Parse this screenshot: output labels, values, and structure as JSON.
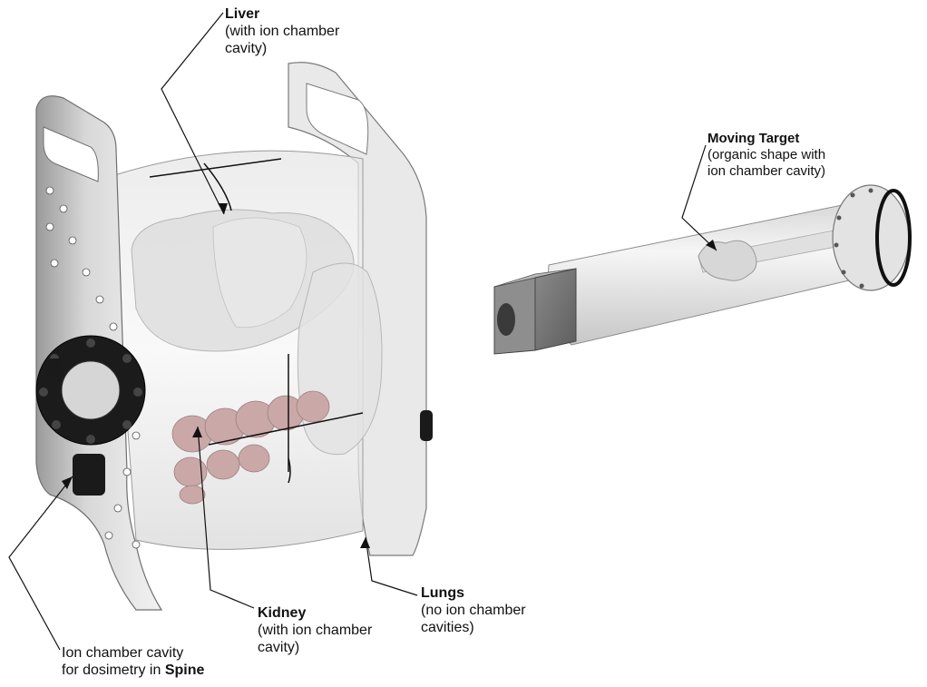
{
  "labels": {
    "liver": {
      "title": "Liver",
      "line1": "(with ion chamber",
      "line2": "cavity)"
    },
    "moving_target": {
      "title": "Moving Target",
      "line1": "(organic shape with",
      "line2": "ion chamber cavity)"
    },
    "lungs": {
      "title": "Lungs",
      "line1": "(no ion chamber",
      "line2": "cavities)"
    },
    "kidney": {
      "title": "Kidney",
      "line1": "(with ion chamber",
      "line2": "cavity)"
    },
    "spine": {
      "line1": "Ion chamber cavity",
      "line2_prefix": "for dosimetry in ",
      "line2_bold": "Spine"
    }
  },
  "colors": {
    "frame": "#d4d4d4",
    "frame_edge": "#7a7a7a",
    "cylinder": "#efefef",
    "organ": "#dcdcdc",
    "spine": "#c9a9a9",
    "callout_line": "#111111"
  }
}
